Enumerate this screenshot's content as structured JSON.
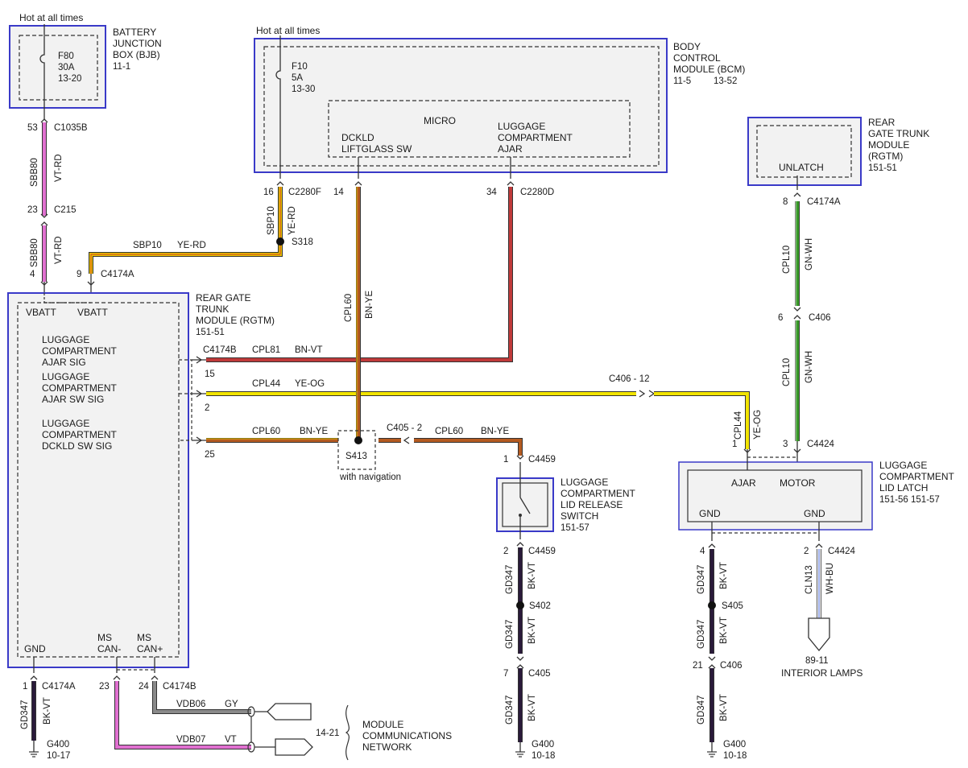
{
  "bjb": {
    "hot": "Hot at all times",
    "title": [
      "BATTERY",
      "JUNCTION",
      "BOX (BJB)",
      "11-1"
    ],
    "fuse": [
      "F80",
      "30A",
      "13-20"
    ]
  },
  "bcm": {
    "hot": "Hot at all times",
    "title": [
      "BODY",
      "CONTROL",
      "MODULE (BCM)"
    ],
    "ref": "11-5",
    "ref2": "13-52",
    "fuse": [
      "F10",
      "5A",
      "13-30"
    ],
    "micro": "MICRO",
    "dckld": [
      "DCKLD",
      "LIFTGLASS SW"
    ],
    "luggage": [
      "LUGGAGE",
      "COMPARTMENT",
      "AJAR"
    ]
  },
  "rgtm_top": {
    "title": [
      "REAR",
      "GATE TRUNK",
      "MODULE",
      "(RGTM)",
      "151-51"
    ],
    "unlatch": "UNLATCH"
  },
  "rgtm": {
    "title": [
      "REAR GATE",
      "TRUNK",
      "MODULE (RGTM)",
      "151-51"
    ],
    "vbatt1": "VBATT",
    "vbatt2": "VBATT",
    "ajar_sig": [
      "LUGGAGE",
      "COMPARTMENT",
      "AJAR SIG"
    ],
    "ajar_sw_sig": [
      "LUGGAGE",
      "COMPARTMENT",
      "AJAR SW SIG"
    ],
    "dckld_sig": [
      "LUGGAGE",
      "COMPARTMENT",
      "DCKLD SW SIG"
    ],
    "gnd": "GND",
    "ms_can_minus": [
      "MS",
      "CAN-"
    ],
    "ms_can_plus": [
      "MS",
      "CAN+"
    ]
  },
  "latch": {
    "title": [
      "LUGGAGE",
      "COMPARTMENT",
      "LID LATCH"
    ],
    "refs": "151-56  151-57",
    "ajar": "AJAR",
    "motor": "MOTOR",
    "gnd1": "GND",
    "gnd2": "GND"
  },
  "release_switch": {
    "title": [
      "LUGGAGE",
      "COMPARTMENT",
      "LID RELEASE",
      "SWITCH",
      "151-57"
    ]
  },
  "interior_lamps": {
    "ref": "89-11",
    "label": "INTERIOR LAMPS"
  },
  "module_comm": {
    "ref": "14-21",
    "label": [
      "MODULE",
      "COMMUNICATIONS",
      "NETWORK"
    ]
  },
  "splice_note": "with navigation",
  "labels": {
    "c1035b": "C1035B",
    "pin53": "53",
    "sbb80a": "SBB80",
    "vtrd_a": "VT-RD",
    "c215": "C215",
    "pin23a": "23",
    "sbb80b": "SBB80",
    "vtrd_b": "VT-RD",
    "pin4": "4",
    "pin9": "9",
    "c4174a_top": "C4174A",
    "sbp10_horiz": "SBP10",
    "yerd_horiz": "YE-RD",
    "pin16": "16",
    "c2280f": "C2280F",
    "sbp10_vert": "SBP10",
    "yerd_vert": "YE-RD",
    "s318": "S318",
    "pin14": "14",
    "pin34": "34",
    "c2280d": "C2280D",
    "cpl60_vert": "CPL60",
    "bnye_vert": "BN-YE",
    "c4174b_15": "C4174B",
    "pin15": "15",
    "cpl81": "CPL81",
    "bnvt": "BN-VT",
    "pin2": "2",
    "cpl44": "CPL44",
    "yeog": "YE-OG",
    "c406_12": "C406 - 12",
    "pin25": "25",
    "cpl60_a": "CPL60",
    "bnye_a": "BN-YE",
    "s413": "S413",
    "c405_2": "C405 - 2",
    "cpl60_b": "CPL60",
    "bnye_b": "BN-YE",
    "pin1_c4459": "1",
    "c4459_top": "C4459",
    "pin8": "8",
    "c4174a_rgtm": "C4174A",
    "cpl10_a": "CPL10",
    "gnwh_a": "GN-WH",
    "pin6": "6",
    "c406_a": "C406",
    "cpl10_b": "CPL10",
    "gnwh_b": "GN-WH",
    "cpl44_v": "CPL44",
    "yeog_v": "YE-OG",
    "pin1_latch": "1",
    "pin3_latch": "3",
    "c4424_top": "C4424",
    "pin2_c4459": "2",
    "c4459_bot": "C4459",
    "gd347_s1": "GD347",
    "bkvt_s1": "BK-VT",
    "s402": "S402",
    "gd347_s2": "GD347",
    "bkvt_s2": "BK-VT",
    "pin7": "7",
    "c405": "C405",
    "gd347_s3": "GD347",
    "bkvt_s3": "BK-VT",
    "g400_mid": "G400",
    "ref_1018_mid": "10-18",
    "pin4_latch": "4",
    "gd347_l1": "GD347",
    "bkvt_l1": "BK-VT",
    "s405": "S405",
    "gd347_l2": "GD347",
    "bkvt_l2": "BK-VT",
    "pin21": "21",
    "c406_b": "C406",
    "gd347_l3": "GD347",
    "bkvt_l3": "BK-VT",
    "g400_right": "G400",
    "ref_1018_right": "10-18",
    "pin2_lamp": "2",
    "c4424_bot": "C4424",
    "cln13": "CLN13",
    "whbu": "WH-BU",
    "pin1_gnd": "1",
    "c4174a_bot": "C4174A",
    "gd347_left": "GD347",
    "bkvt_left": "BK-VT",
    "g400_left": "G400",
    "ref_1017": "10-17",
    "pin23_can": "23",
    "pin24_can": "24",
    "c4174b_bot": "C4174B",
    "vdb06": "VDB06",
    "gy": "GY",
    "vdb07": "VDB07",
    "vt": "VT"
  }
}
